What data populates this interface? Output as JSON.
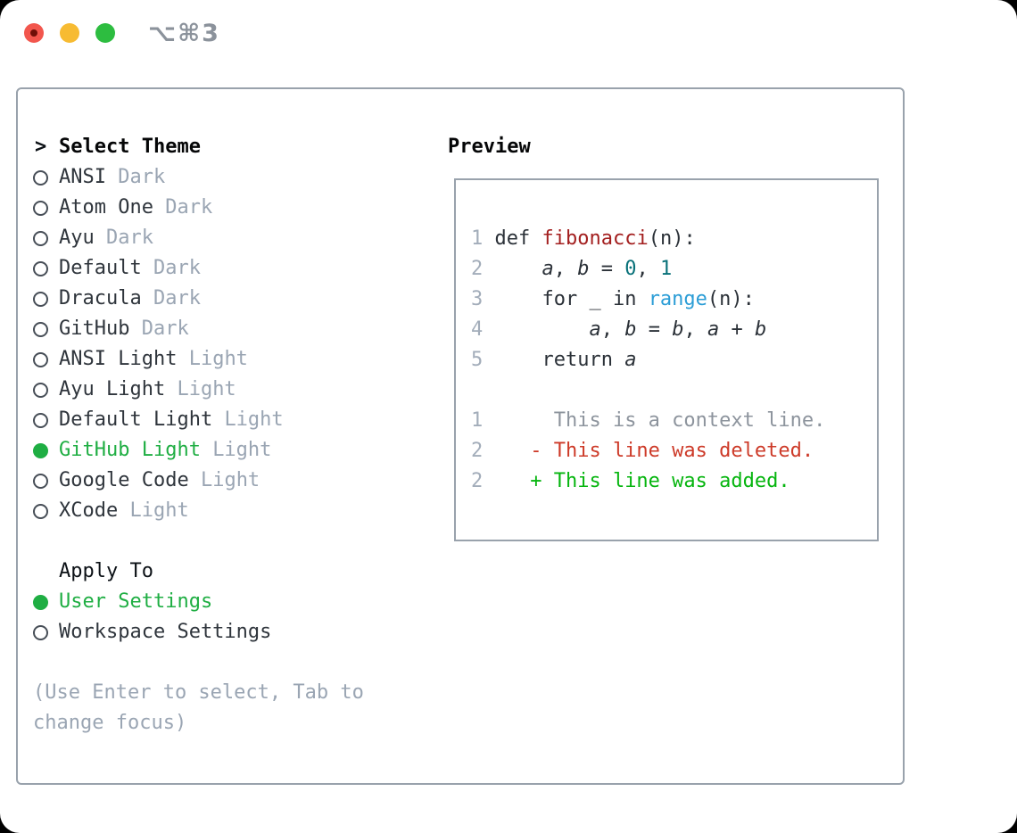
{
  "window": {
    "shortcut_label": "⌥⌘3"
  },
  "colors": {
    "selection_green": "#1fae43",
    "diff_added_green": "#06b50f",
    "diff_deleted_red": "#cd3a28",
    "function_red": "#a31f1f",
    "number_teal": "#087179",
    "builtin_blue": "#2b9dd6",
    "muted_gray": "#9aa5b3",
    "panel_border": "#99a2ac",
    "traffic_red": "#f2564d",
    "traffic_yellow": "#f7bb32",
    "traffic_green": "#2dbd40"
  },
  "theme_panel": {
    "header_marker": ">",
    "header": "Select Theme",
    "themes": [
      {
        "name": "ANSI",
        "tag": "Dark",
        "selected": false
      },
      {
        "name": "Atom One",
        "tag": "Dark",
        "selected": false
      },
      {
        "name": "Ayu",
        "tag": "Dark",
        "selected": false
      },
      {
        "name": "Default",
        "tag": "Dark",
        "selected": false
      },
      {
        "name": "Dracula",
        "tag": "Dark",
        "selected": false
      },
      {
        "name": "GitHub",
        "tag": "Dark",
        "selected": false
      },
      {
        "name": "ANSI Light",
        "tag": "Light",
        "selected": false
      },
      {
        "name": "Ayu Light",
        "tag": "Light",
        "selected": false
      },
      {
        "name": "Default Light",
        "tag": "Light",
        "selected": false
      },
      {
        "name": "GitHub Light",
        "tag": "Light",
        "selected": true
      },
      {
        "name": "Google Code",
        "tag": "Light",
        "selected": false
      },
      {
        "name": "XCode",
        "tag": "Light",
        "selected": false
      }
    ],
    "apply_to": {
      "header": "Apply To",
      "options": [
        {
          "name": "User Settings",
          "selected": true
        },
        {
          "name": "Workspace Settings",
          "selected": false
        }
      ]
    },
    "hint": "(Use Enter to select, Tab to\nchange focus)"
  },
  "preview": {
    "title": "Preview",
    "code_lines": [
      {
        "num": "1",
        "tokens": [
          [
            "d",
            " def "
          ],
          [
            "f",
            "fibonacci"
          ],
          [
            "d",
            "(n):"
          ]
        ]
      },
      {
        "num": "2",
        "tokens": [
          [
            "d",
            "     "
          ],
          [
            "v",
            "a"
          ],
          [
            "d",
            ", "
          ],
          [
            "v",
            "b"
          ],
          [
            "d",
            " = "
          ],
          [
            "n",
            "0"
          ],
          [
            "d",
            ", "
          ],
          [
            "n",
            "1"
          ]
        ]
      },
      {
        "num": "3",
        "tokens": [
          [
            "d",
            "     for _ in "
          ],
          [
            "b",
            "range"
          ],
          [
            "d",
            "(n):"
          ]
        ]
      },
      {
        "num": "4",
        "tokens": [
          [
            "d",
            "         "
          ],
          [
            "v",
            "a"
          ],
          [
            "d",
            ", "
          ],
          [
            "v",
            "b"
          ],
          [
            "d",
            " = "
          ],
          [
            "v",
            "b"
          ],
          [
            "d",
            ", "
          ],
          [
            "v",
            "a"
          ],
          [
            "d",
            " + "
          ],
          [
            "v",
            "b"
          ]
        ]
      },
      {
        "num": "5",
        "tokens": [
          [
            "d",
            "     return "
          ],
          [
            "v",
            "a"
          ]
        ]
      },
      {
        "num": "",
        "tokens": []
      },
      {
        "num": "1",
        "tokens": [
          [
            "c",
            "      This is a context line."
          ]
        ]
      },
      {
        "num": "2",
        "tokens": [
          [
            "x",
            "    - This line was deleted."
          ]
        ]
      },
      {
        "num": "2",
        "tokens": [
          [
            "a",
            "    + This line was added."
          ]
        ]
      }
    ]
  }
}
